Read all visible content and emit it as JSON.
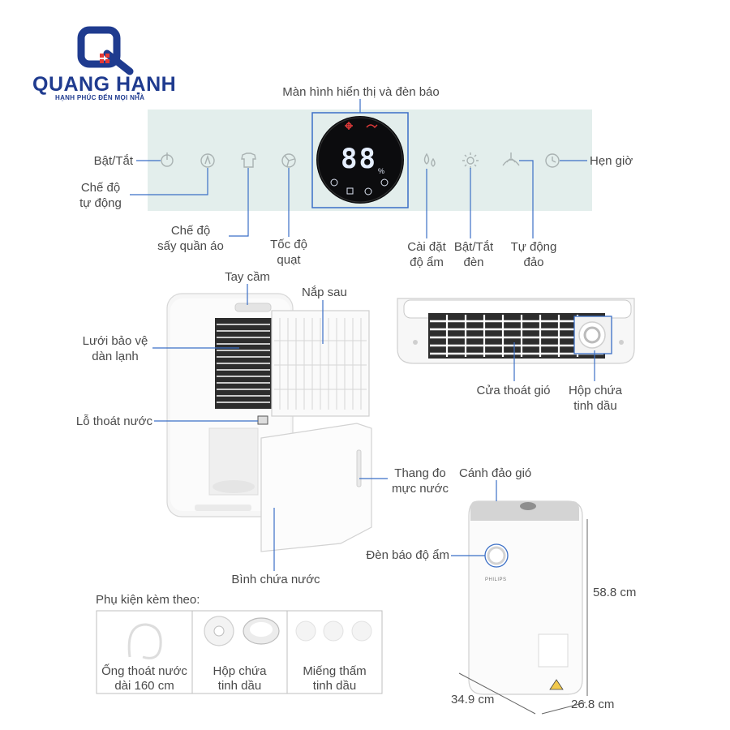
{
  "logo": {
    "name": "QUANG HẠNH",
    "slogan": "HẠNH PHÚC ĐẾN MỌI NHÀ",
    "colors": {
      "primary": "#1f3b8f",
      "accent": "#e53935"
    }
  },
  "control_panel": {
    "display_label": "Màn hình hiển thị và đèn báo",
    "display_digits": "88",
    "display_unit": "%",
    "buttons_left": [
      {
        "id": "power",
        "icon": "power-icon",
        "label": "Bật/Tắt"
      },
      {
        "id": "auto",
        "icon": "auto-mode-icon",
        "label_l1": "Chế độ",
        "label_l2": "tự động"
      },
      {
        "id": "dry",
        "icon": "shirt-icon",
        "label_l1": "Chế độ",
        "label_l2": "sấy quần áo"
      },
      {
        "id": "fan",
        "icon": "fan-icon",
        "label_l1": "Tốc độ",
        "label_l2": "quạt"
      }
    ],
    "buttons_right": [
      {
        "id": "humidity",
        "icon": "droplets-icon",
        "label_l1": "Cài đặt",
        "label_l2": "độ ẩm"
      },
      {
        "id": "light",
        "icon": "light-icon",
        "label_l1": "Bật/Tắt",
        "label_l2": "đèn"
      },
      {
        "id": "swing",
        "icon": "swing-icon",
        "label_l1": "Tự động",
        "label_l2": "đảo"
      },
      {
        "id": "timer",
        "icon": "clock-icon",
        "label": "Hẹn giờ"
      }
    ]
  },
  "back_view": {
    "handle": "Tay cầm",
    "back_cover": "Nắp sau",
    "grille_l1": "Lưới bảo vệ",
    "grille_l2": "dàn lạnh",
    "drain_hole": "Lỗ thoát nước",
    "water_level_l1": "Thang đo",
    "water_level_l2": "mực nước",
    "water_tank": "Bình chứa nước"
  },
  "top_view": {
    "air_outlet": "Cửa thoát gió",
    "oil_box_l1": "Hộp chứa",
    "oil_box_l2": "tinh dầu"
  },
  "front_view": {
    "louver": "Cánh đảo gió",
    "humidity_light": "Đèn báo độ ẩm",
    "brand": "PHILIPS",
    "height": "58.8 cm",
    "width": "34.9 cm",
    "depth": "26.8 cm"
  },
  "accessories": {
    "title": "Phụ kiện kèm theo:",
    "items": [
      {
        "l1": "Ống thoát nước",
        "l2": "dài 160 cm"
      },
      {
        "l1": "Hộp chứa",
        "l2": "tinh dầu"
      },
      {
        "l1": "Miếng thấm",
        "l2": "tinh dầu"
      }
    ]
  }
}
